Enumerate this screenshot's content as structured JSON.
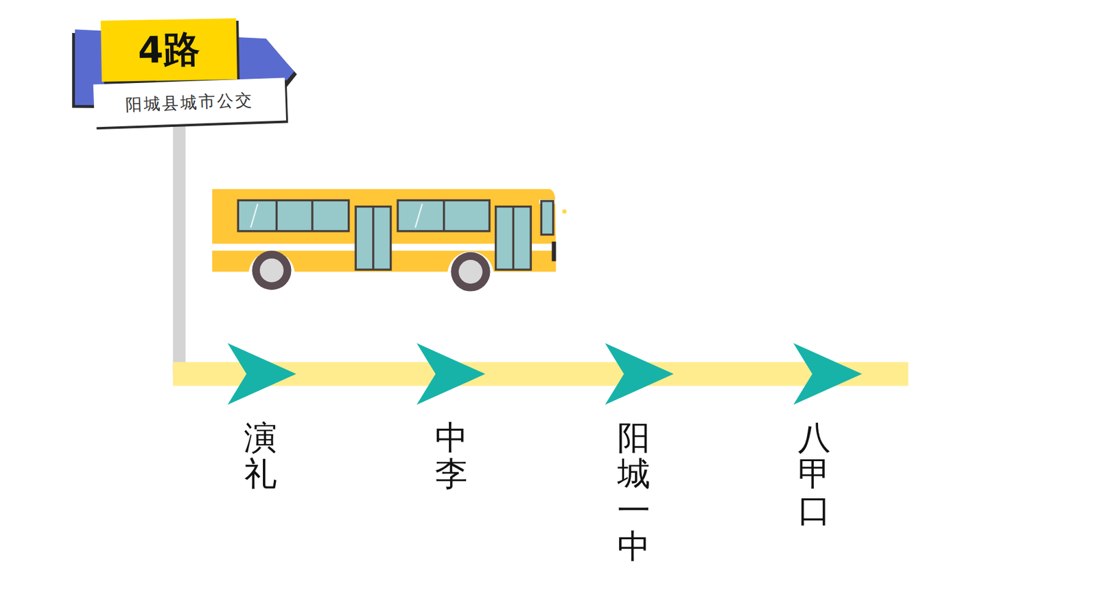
{
  "diagram": {
    "nodes": [
      {
        "text": [
          "4路"
        ]
      },
      {
        "text": [
          "阳城县城市公交"
        ]
      }
    ],
    "labels": [
      "演礼",
      "中李",
      "阳城一中",
      "八甲口"
    ]
  }
}
